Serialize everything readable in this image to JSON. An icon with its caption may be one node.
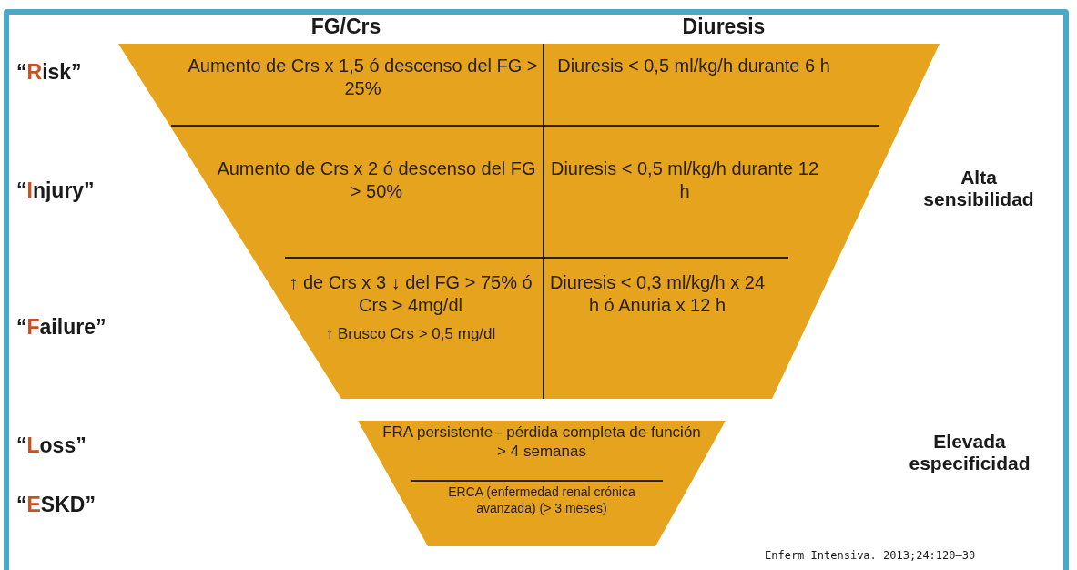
{
  "diagram": {
    "nodes": [
      {
        "text": [],
        "shape": "trapezoid"
      },
      {
        "text": [
          "Aumento de Crs x 1,5 ó descenso del FG > 25%"
        ],
        "in": 0
      },
      {
        "text": [
          "Diuresis < 0,5 ml/kg/h durante 6 h"
        ],
        "in": 0
      },
      {
        "text": [
          "Aumento de Crs x 2 ó descenso del FG > 50%"
        ],
        "in": 0
      },
      {
        "text": [
          "Diuresis < 0,5 ml/kg/h durante 12 h"
        ],
        "in": 0
      },
      {
        "text": [
          "↑ de Crs x 3 ↓ del FG > 75% ó Crs > 4mg/dl",
          "↑ Brusco Crs > 0,5 mg/dl"
        ],
        "in": 0
      },
      {
        "text": [
          "Diuresis < 0,3 ml/kg/h x 24 h ó Anuria x 12 h"
        ],
        "in": 0
      },
      {
        "text": [],
        "shape": "trapezoid"
      },
      {
        "text": [
          "FRA persistente - pérdida completa de función > 4 semanas"
        ],
        "in": 7
      },
      {
        "text": [
          "ERCA (enfermedad renal crónica avanzada) (> 3 meses)"
        ],
        "in": 7
      }
    ],
    "labels": [
      "FG/Crs",
      "Diuresis",
      "“Risk”",
      "“Injury”",
      "Alta sensibilidad",
      "“Failure”",
      "“Loss”",
      "Elevada especificidad",
      "“ESKD”",
      "Enferm Intensiva. 2013;24:120–30"
    ]
  }
}
